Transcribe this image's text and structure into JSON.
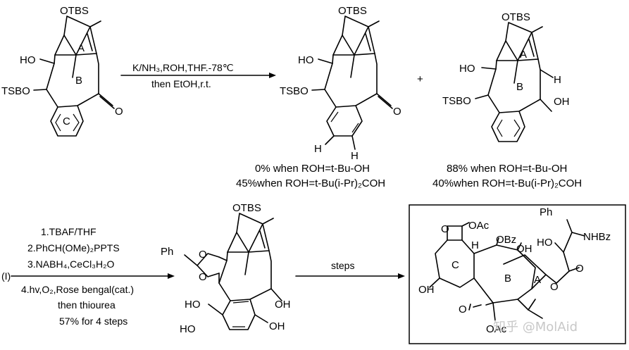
{
  "reaction1": {
    "reagents": "K/NH₃,ROH,THF.-78℃",
    "conditions": "then EtOH,r.t.",
    "plus": "+"
  },
  "sm1": {
    "otbs": "OTBS",
    "ho": "HO",
    "tsbo": "TSBO",
    "ring_a": "A",
    "ring_b": "B",
    "ring_c": "C",
    "o": "O"
  },
  "product1": {
    "otbs": "OTBS",
    "ho": "HO",
    "tsbo": "TSBO",
    "o": "O",
    "h1": "H",
    "h2": "H",
    "yield_line1": "0% when ROH=t-Bu-OH",
    "yield_line2": "45%when ROH=t-Bu(i-Pr)₂COH"
  },
  "product2": {
    "otbs": "OTBS",
    "ho": "HO",
    "tsbo": "TSBO",
    "oh": "OH",
    "h": "H",
    "ring_a": "A",
    "ring_b": "B",
    "yield_line1": "88% when ROH=t-Bu-OH",
    "yield_line2": "40%when ROH=t-Bu(i-Pr)₂COH"
  },
  "reaction2": {
    "start_label": "(I)",
    "step1": "1.TBAF/THF",
    "step2": "2.PhCH(OMe)₂PPTS",
    "step3": "3.NABH₄,CeCl₃H₂O",
    "step4": "4.hv,O₂,Rose bengal(cat.)",
    "step5": "then thiourea",
    "yield": "57%  for 4 steps"
  },
  "intermediate": {
    "otbs": "OTBS",
    "ph": "Ph",
    "o1": "O",
    "o2": "O",
    "ho1": "HO",
    "oh1": "OH",
    "ho2": "HO",
    "oh2": "OH"
  },
  "reaction3": {
    "label": "steps"
  },
  "taxol": {
    "oac1": "OAc",
    "obz": "OBz",
    "oh1": "OH",
    "ph": "Ph",
    "nhbz": "NHBz",
    "ho": "HO",
    "o_ring": "O",
    "h": "H",
    "ring_c": "C",
    "ring_b": "B",
    "ring_a": "A",
    "oh2": "OH",
    "o_ketone": "O",
    "o_ester": "O",
    "o_carbonyl": "O",
    "oac2": "OAc"
  },
  "watermark": "知乎 @MolAid"
}
